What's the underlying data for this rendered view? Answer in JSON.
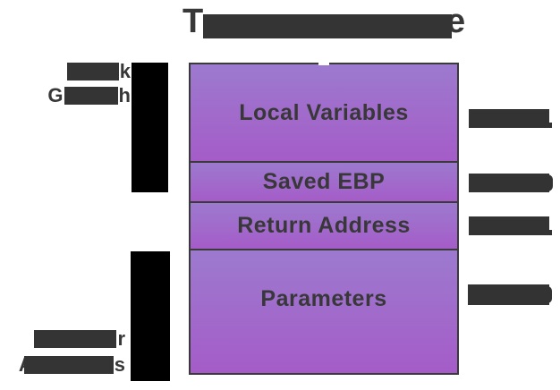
{
  "title": {
    "visible_first_letter": "T",
    "visible_last_letter": "e",
    "redacted": true
  },
  "stack_growth_label": {
    "line1_visible_end": "k",
    "line2_visible_start": "G",
    "line2_visible_end": "h",
    "redacted": true
  },
  "higher_addresses_label": {
    "line1_visible_end": "r",
    "line2_visible_start": "A",
    "line2_visible_end": "s",
    "redacted": true
  },
  "stack_frame": {
    "sections": [
      {
        "label": "Local Variables"
      },
      {
        "label": "Saved EBP"
      },
      {
        "label": "Return Address"
      },
      {
        "label": "Parameters"
      }
    ]
  },
  "right_address_labels": {
    "count": 4,
    "redacted": true,
    "text": ""
  },
  "colors": {
    "background": "#ffffff",
    "text": "#383838",
    "box_border": "#3a3a3a",
    "section_gradient_top": "#9c7ace",
    "section_gradient_bottom": "#a55cc8",
    "text_redaction_bar": "#343434",
    "address_redaction_bar": "#333333",
    "arrow_redaction_bar": "#000000"
  }
}
